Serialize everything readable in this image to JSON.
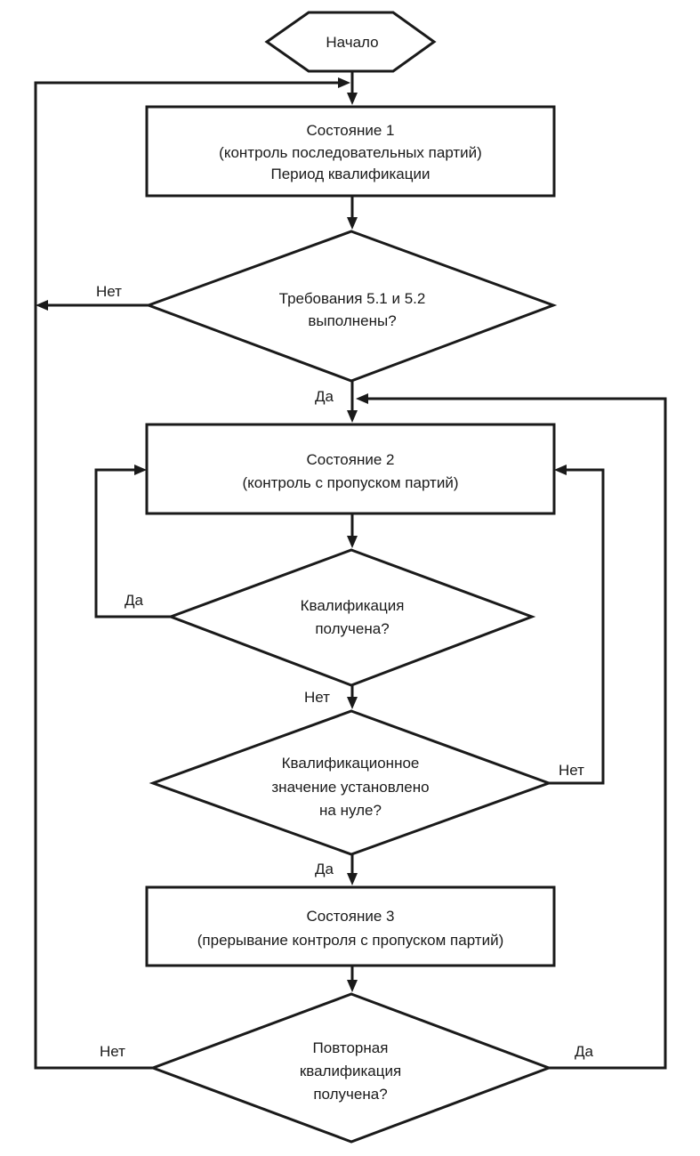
{
  "diagram": {
    "type": "flowchart",
    "start": {
      "label": "Начало"
    },
    "state1": {
      "lines": [
        "Состояние 1",
        "(контроль последовательных партий)",
        "Период квалификации"
      ]
    },
    "decision1": {
      "lines": [
        "Требования 5.1 и 5.2",
        "выполнены?"
      ],
      "no_label": "Нет",
      "yes_label": "Да"
    },
    "state2": {
      "lines": [
        "Состояние 2",
        "(контроль с пропуском партий)"
      ]
    },
    "decision2": {
      "lines": [
        "Квалификация",
        "получена?"
      ],
      "yes_label": "Да",
      "no_label": "Нет"
    },
    "decision3": {
      "lines": [
        "Квалификационное",
        "значение установлено",
        "на нуле?"
      ],
      "no_label": "Нет",
      "yes_label": "Да"
    },
    "state3": {
      "lines": [
        "Состояние 3",
        "(прерывание контроля с пропуском партий)"
      ]
    },
    "decision4": {
      "lines": [
        "Повторная",
        "квалификация",
        "получена?"
      ],
      "no_label": "Нет",
      "yes_label": "Да"
    },
    "edges": [
      {
        "from": "start",
        "to": "state1"
      },
      {
        "from": "state1",
        "to": "decision1"
      },
      {
        "from": "decision1",
        "to": "state1",
        "label": "Нет"
      },
      {
        "from": "decision1",
        "to": "state2",
        "label": "Да"
      },
      {
        "from": "state2",
        "to": "decision2"
      },
      {
        "from": "decision2",
        "to": "state2",
        "label": "Да"
      },
      {
        "from": "decision2",
        "to": "decision3",
        "label": "Нет"
      },
      {
        "from": "decision3",
        "to": "state2",
        "label": "Нет"
      },
      {
        "from": "decision3",
        "to": "state3",
        "label": "Да"
      },
      {
        "from": "state3",
        "to": "decision4"
      },
      {
        "from": "decision4",
        "to": "state1",
        "label": "Нет"
      },
      {
        "from": "decision4",
        "to": "state2",
        "label": "Да"
      }
    ]
  }
}
